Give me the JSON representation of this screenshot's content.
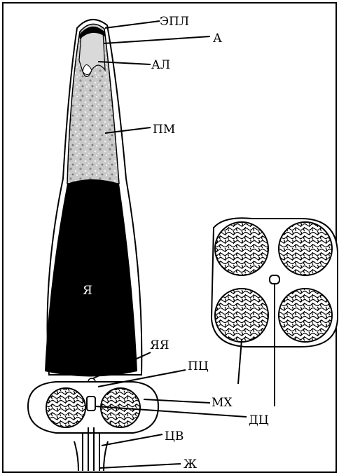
{
  "labels": {
    "epl": "ЭПЛ",
    "a": "А",
    "al": "АЛ",
    "pm": "ПМ",
    "ya": "Я",
    "yaya": "ЯЯ",
    "pts": "ПЦ",
    "mkh": "МХ",
    "dts": "ДЦ",
    "tsv": "ЦВ",
    "zh": "Ж"
  }
}
